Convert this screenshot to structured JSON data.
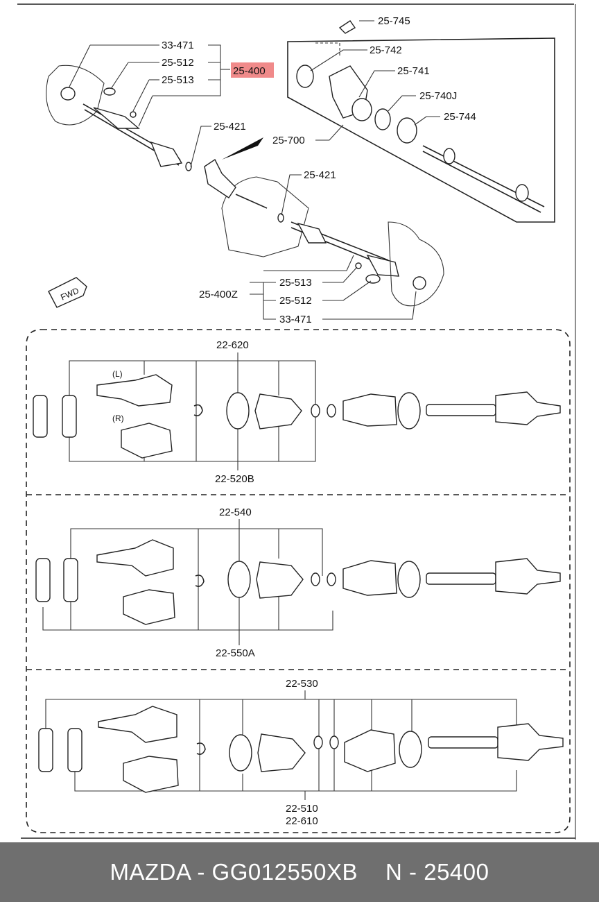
{
  "top_labels": {
    "l33471": "33-471",
    "l25512": "25-512",
    "l25513": "25-513",
    "highlight": "25-400",
    "l25421a": "25-421",
    "l25700": "25-700",
    "l25421b": "25-421",
    "l25745": "25-745",
    "l25742": "25-742",
    "l25741": "25-741",
    "l25740j": "25-740J",
    "l25744": "25-744",
    "fwd": "FWD",
    "l25400z": "25-400Z",
    "l25513b": "25-513",
    "l25512b": "25-512",
    "l33471b": "33-471"
  },
  "panels": [
    {
      "top": "22-620",
      "bottom": "22-520B",
      "left_tag": "(L)",
      "right_tag": "(R)"
    },
    {
      "top": "22-540",
      "bottom": "22-550A"
    },
    {
      "top": "22-530",
      "bottom1": "22-510",
      "bottom2": "22-610"
    }
  ],
  "footer": {
    "brand": "MAZDA",
    "sep1": "-",
    "part_number": "GG012550XB",
    "ref_prefix": "N",
    "sep2": "-",
    "ref_number": "25400"
  },
  "colors": {
    "highlight": "#f08a8a",
    "footer_bg": "#6f6f6f"
  }
}
